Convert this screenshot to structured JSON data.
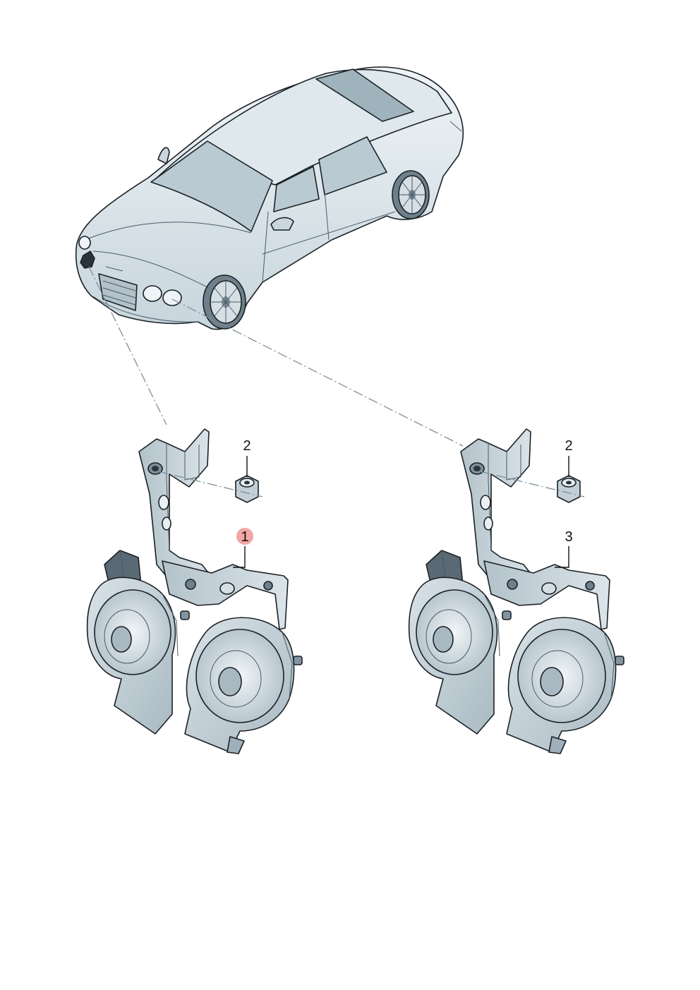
{
  "callouts": [
    {
      "id": "left-nut",
      "label": "2",
      "highlighted": false
    },
    {
      "id": "left-horn",
      "label": "1",
      "highlighted": true
    },
    {
      "id": "right-nut",
      "label": "2",
      "highlighted": false
    },
    {
      "id": "right-horn",
      "label": "3",
      "highlighted": false
    }
  ],
  "colors": {
    "body_light": "#e6eef2",
    "body_mid": "#c9d6dd",
    "body_dark": "#9fb0ba",
    "glass": "#b9cad3",
    "outline": "#1b2126",
    "highlight": "#f2a6a6",
    "dash_line": "#7d8f9b"
  }
}
